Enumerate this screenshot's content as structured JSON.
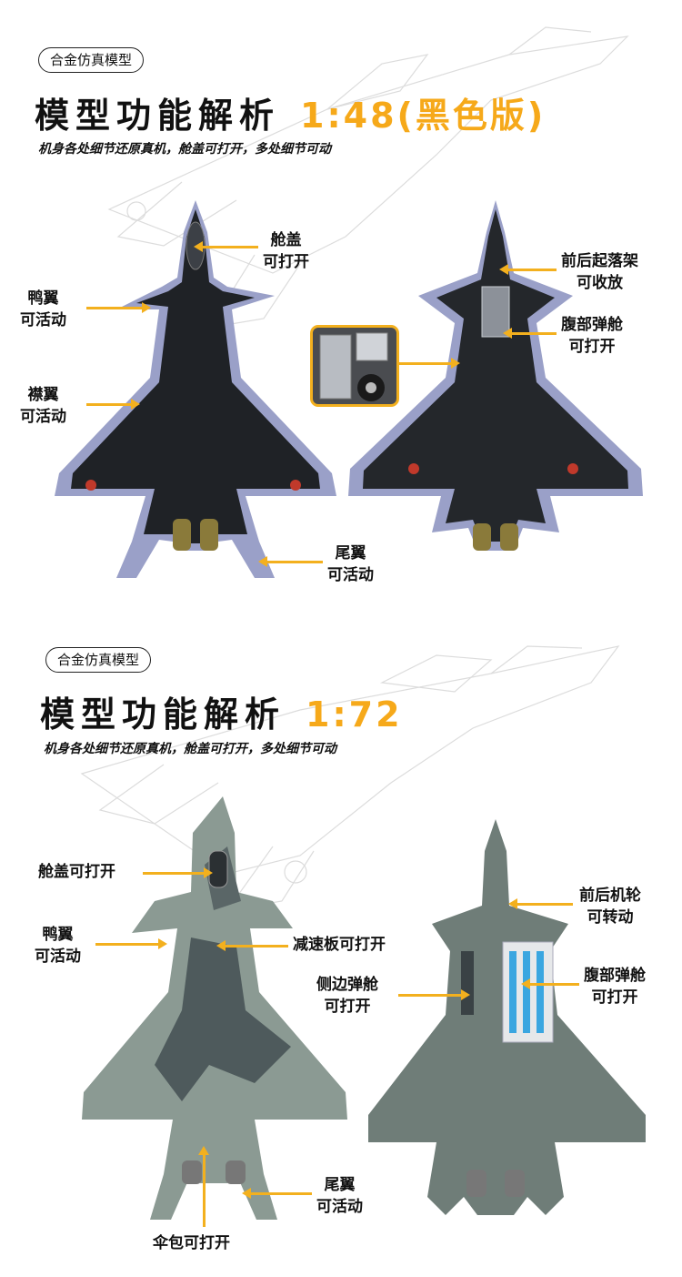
{
  "section_1": {
    "tag": "合金仿真模型",
    "title": "模型功能解析",
    "scale": "1:48(黑色版)",
    "subtitle": "机身各处细节还原真机，舱盖可打开，多处细节可动",
    "callouts": {
      "canopy": [
        "舱盖",
        "可打开"
      ],
      "canard": [
        "鸭翼",
        "可活动"
      ],
      "flap": [
        "襟翼",
        "可活动"
      ],
      "tail": [
        "尾翼",
        "可活动"
      ],
      "landing_gear": [
        "前后起落架",
        "可收放"
      ],
      "bay": [
        "腹部弹舱",
        "可打开"
      ]
    },
    "colors": {
      "accent": "#f6a91a",
      "jet_body": "#1f2226",
      "jet_edge": "#9aa0c8"
    }
  },
  "section_2": {
    "tag": "合金仿真模型",
    "title": "模型功能解析",
    "scale": "1:72",
    "subtitle": "机身各处细节还原真机，舱盖可打开，多处细节可动",
    "callouts": {
      "canopy": "舱盖可打开",
      "canard": [
        "鸭翼",
        "可活动"
      ],
      "airbrake": "减速板可打开",
      "side_bay": [
        "侧边弹舱",
        "可打开"
      ],
      "tail": [
        "尾翼",
        "可活动"
      ],
      "parachute": "伞包可打开",
      "wheels": [
        "前后机轮",
        "可转动"
      ],
      "bay": [
        "腹部弹舱",
        "可打开"
      ]
    },
    "colors": {
      "accent": "#f6a91a",
      "camo_light": "#8b9a93",
      "camo_dark": "#4e5a5c",
      "jet_green": "#6f7d78"
    }
  }
}
